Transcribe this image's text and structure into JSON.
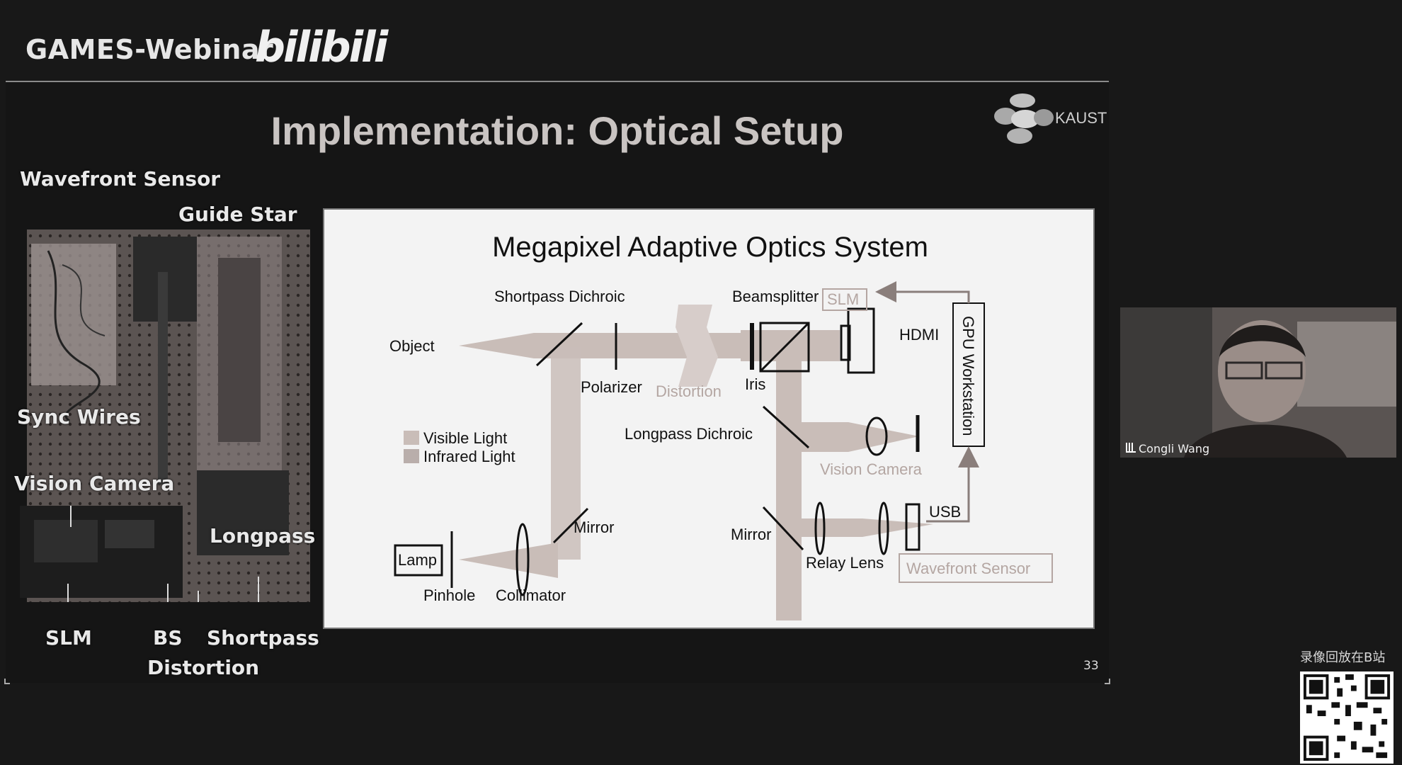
{
  "header": {
    "brand": "GAMES-Webinar",
    "logo_text": "bilibili"
  },
  "slide": {
    "title": "Implementation: Optical Setup",
    "org_logo_text": "KAUST",
    "page_number": "33",
    "photo_labels": {
      "wavefront_sensor": "Wavefront Sensor",
      "guide_star": "Guide Star",
      "sync_wires": "Sync Wires",
      "vision_camera": "Vision Camera",
      "longpass": "Longpass",
      "slm": "SLM",
      "bs": "BS",
      "shortpass": "Shortpass",
      "distortion": "Distortion"
    },
    "diagram": {
      "title": "Megapixel Adaptive Optics System",
      "labels": {
        "shortpass_dichroic": "Shortpass Dichroic",
        "beamsplitter": "Beamsplitter",
        "slm": "SLM",
        "object": "Object",
        "hdmi": "HDMI",
        "polarizer": "Polarizer",
        "distortion": "Distortion",
        "iris": "Iris",
        "gpu_workstation": "GPU Workstation",
        "visible_light": "Visible Light",
        "infrared_light": "Infrared Light",
        "longpass_dichroic": "Longpass Dichroic",
        "vision_camera": "Vision Camera",
        "lamp": "Lamp",
        "usb": "USB",
        "mirror_left": "Mirror",
        "mirror_right": "Mirror",
        "pinhole": "Pinhole",
        "collimator": "Collimator",
        "relay_lens": "Relay Lens",
        "wavefront_sensor": "Wavefront Sensor"
      }
    }
  },
  "video": {
    "participant_name": "Congli Wang"
  },
  "qr": {
    "caption": "录像回放在B站"
  },
  "colors": {
    "background": "#181818",
    "diagram_bg": "#f3f3f3",
    "beam": "#c9bdb8",
    "accent_label": "#b4a6a2"
  }
}
